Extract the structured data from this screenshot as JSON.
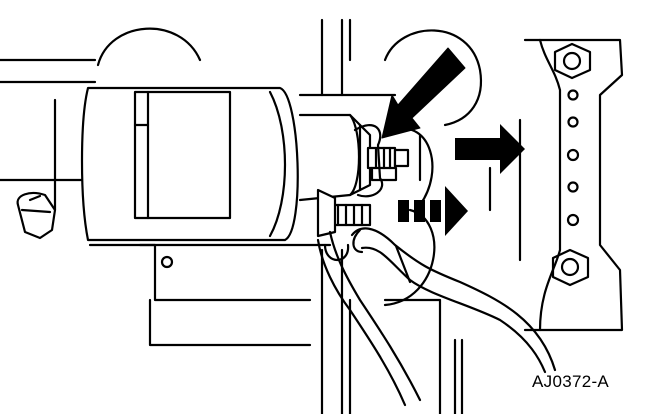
{
  "figure": {
    "id_label": "AJ0372-A",
    "style": "black line art on white",
    "colors": {
      "line": "#000000",
      "background": "#ffffff"
    }
  },
  "callouts": [
    {
      "name": "pointer-arrow",
      "direction": "down-left",
      "style": "solid"
    },
    {
      "name": "direction-arrow-solid",
      "direction": "right",
      "style": "solid"
    },
    {
      "name": "direction-arrow-dashed",
      "direction": "right",
      "style": "dashed"
    }
  ]
}
